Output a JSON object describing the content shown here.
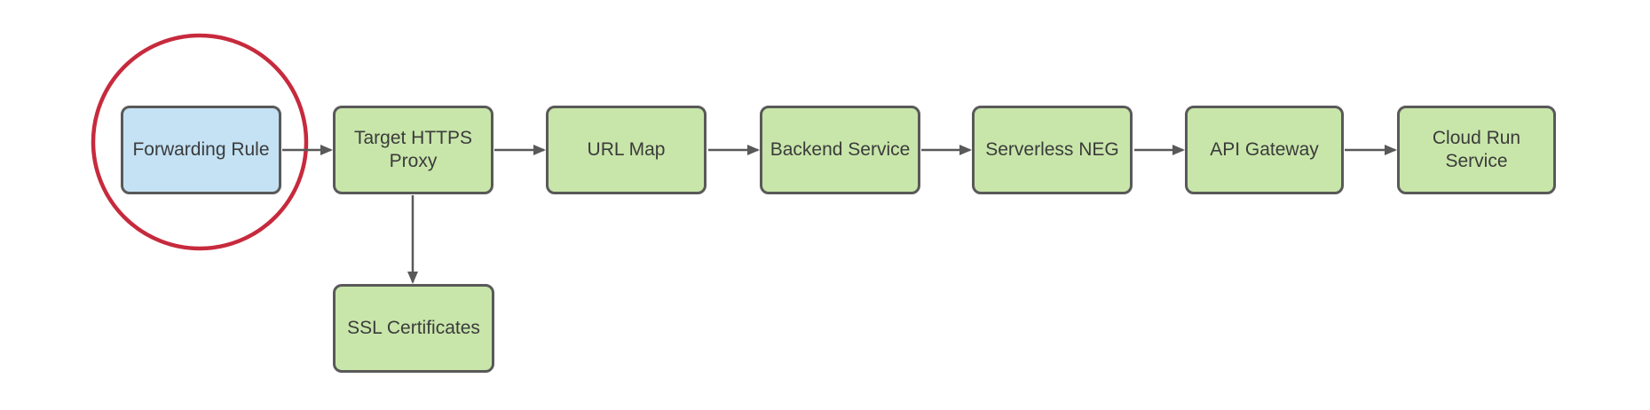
{
  "diagram": {
    "nodes": [
      {
        "id": "forwarding-rule",
        "label": "Forwarding Rule",
        "fill": "#c4e2f4",
        "highlighted": true
      },
      {
        "id": "target-https-proxy",
        "label": "Target HTTPS\nProxy",
        "fill": "#c8e6aa",
        "highlighted": false
      },
      {
        "id": "url-map",
        "label": "URL Map",
        "fill": "#c8e6aa",
        "highlighted": false
      },
      {
        "id": "backend-service",
        "label": "Backend Service",
        "fill": "#c8e6aa",
        "highlighted": false
      },
      {
        "id": "serverless-neg",
        "label": "Serverless NEG",
        "fill": "#c8e6aa",
        "highlighted": false
      },
      {
        "id": "api-gateway",
        "label": "API Gateway",
        "fill": "#c8e6aa",
        "highlighted": false
      },
      {
        "id": "cloud-run-service",
        "label": "Cloud Run\nService",
        "fill": "#c8e6aa",
        "highlighted": false
      },
      {
        "id": "ssl-certificates",
        "label": "SSL Certificates",
        "fill": "#c8e6aa",
        "highlighted": false
      }
    ],
    "edges": [
      {
        "from": "forwarding-rule",
        "to": "target-https-proxy",
        "direction": "right"
      },
      {
        "from": "target-https-proxy",
        "to": "url-map",
        "direction": "right"
      },
      {
        "from": "url-map",
        "to": "backend-service",
        "direction": "right"
      },
      {
        "from": "backend-service",
        "to": "serverless-neg",
        "direction": "right"
      },
      {
        "from": "serverless-neg",
        "to": "api-gateway",
        "direction": "right"
      },
      {
        "from": "api-gateway",
        "to": "cloud-run-service",
        "direction": "right"
      },
      {
        "from": "target-https-proxy",
        "to": "ssl-certificates",
        "direction": "down"
      }
    ],
    "annotation": {
      "shape": "ellipse",
      "around": "forwarding-rule",
      "color": "#c72a3d"
    },
    "colors": {
      "background": "#ffffff",
      "node_green": "#c8e6aa",
      "node_blue": "#c4e2f4",
      "node_border": "#595959",
      "arrow": "#595959",
      "text": "#3b3b3b",
      "highlight_red": "#c72a3d"
    }
  }
}
